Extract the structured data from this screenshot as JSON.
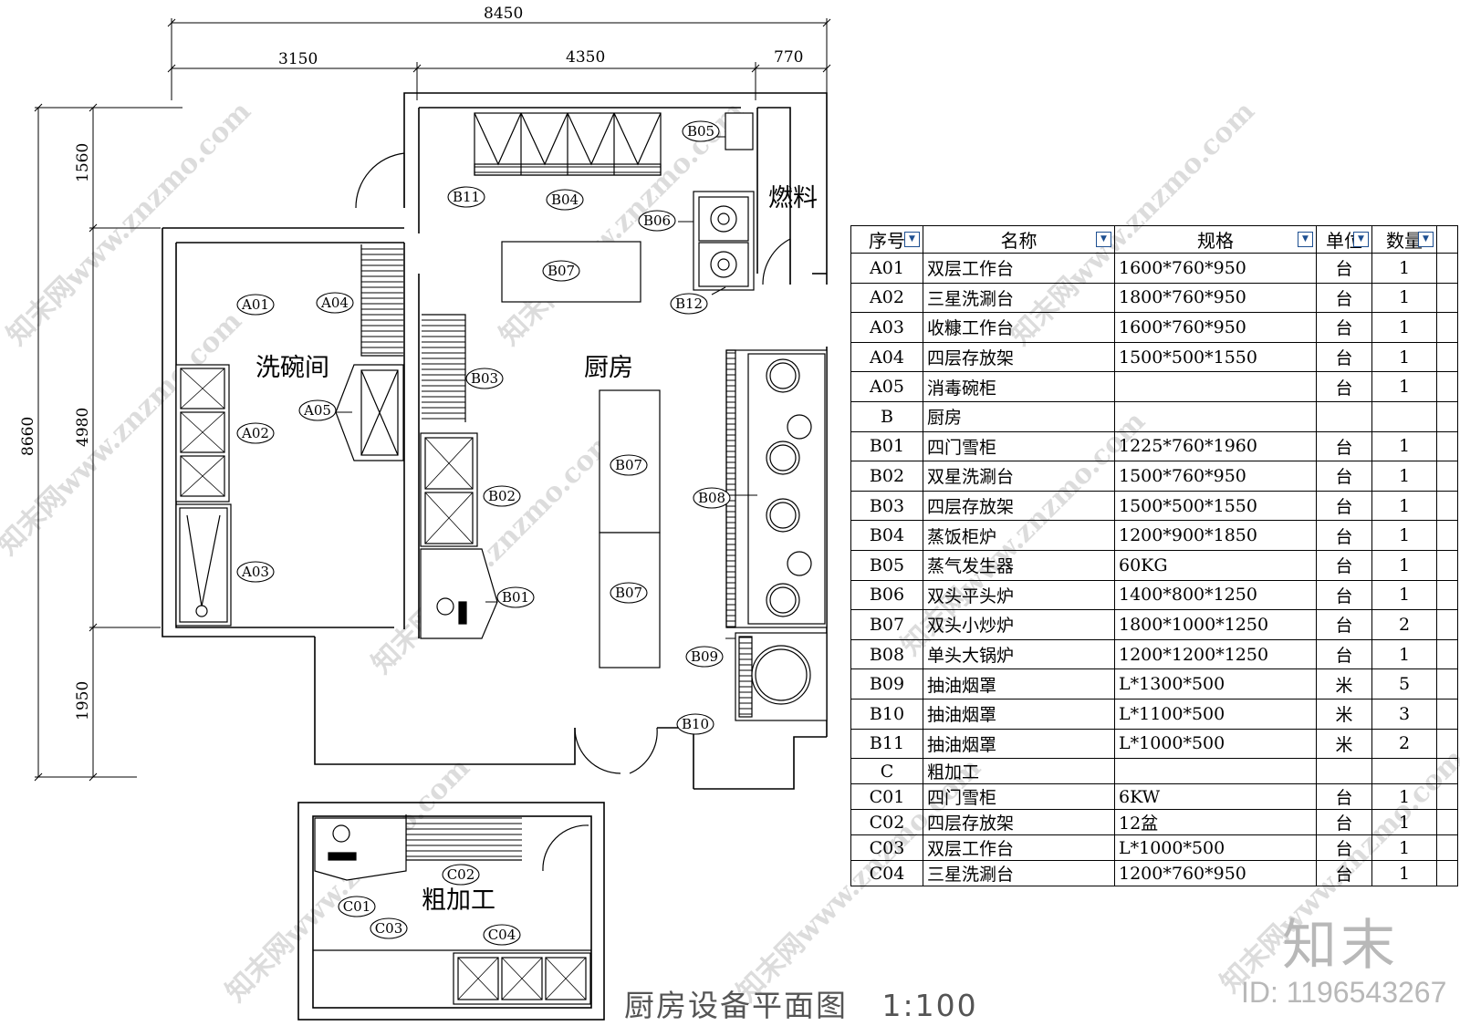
{
  "drawing": {
    "title": "厨房设备平面图",
    "scale": "1:100",
    "rooms": {
      "dishwashing": "洗碗间",
      "kitchen": "厨房",
      "fuel": "燃料",
      "prep": "粗加工"
    },
    "dimensions": {
      "overall_width": "8450",
      "seg1": "3150",
      "seg2": "4350",
      "seg3": "770",
      "overall_height": "8660",
      "v1": "1560",
      "v2": "4980",
      "v3": "1950"
    },
    "tags": {
      "A01": "A01",
      "A02": "A02",
      "A03": "A03",
      "A04": "A04",
      "A05": "A05",
      "B01": "B01",
      "B02": "B02",
      "B03": "B03",
      "B04": "B04",
      "B05": "B05",
      "B06": "B06",
      "B07a": "B07",
      "B07b": "B07",
      "B07c": "B07",
      "B08": "B08",
      "B09": "B09",
      "B10": "B10",
      "B11": "B11",
      "B12": "B12",
      "C01": "C01",
      "C02": "C02",
      "C03": "C03",
      "C04": "C04"
    }
  },
  "table": {
    "headers": {
      "seq": "序号",
      "name": "名称",
      "spec": "规格",
      "unit": "单位",
      "qty": "数量"
    },
    "rows": [
      {
        "seq": "A01",
        "name": "双层工作台",
        "spec": "1600*760*950",
        "unit": "台",
        "qty": "1"
      },
      {
        "seq": "A02",
        "name": "三星洗涮台",
        "spec": "1800*760*950",
        "unit": "台",
        "qty": "1"
      },
      {
        "seq": "A03",
        "name": "收糠工作台",
        "spec": "1600*760*950",
        "unit": "台",
        "qty": "1"
      },
      {
        "seq": "A04",
        "name": "四层存放架",
        "spec": "1500*500*1550",
        "unit": "台",
        "qty": "1"
      },
      {
        "seq": "A05",
        "name": "消毒碗柜",
        "spec": "",
        "unit": "台",
        "qty": "1"
      },
      {
        "seq": "B",
        "name": "厨房",
        "spec": "",
        "unit": "",
        "qty": ""
      },
      {
        "seq": "B01",
        "name": "四门雪柜",
        "spec": "1225*760*1960",
        "unit": "台",
        "qty": "1"
      },
      {
        "seq": "B02",
        "name": "双星洗涮台",
        "spec": "1500*760*950",
        "unit": "台",
        "qty": "1"
      },
      {
        "seq": "B03",
        "name": "四层存放架",
        "spec": "1500*500*1550",
        "unit": "台",
        "qty": "1"
      },
      {
        "seq": "B04",
        "name": "蒸饭柜炉",
        "spec": "1200*900*1850",
        "unit": "台",
        "qty": "1"
      },
      {
        "seq": "B05",
        "name": "蒸气发生器",
        "spec": "60KG",
        "unit": "台",
        "qty": "1"
      },
      {
        "seq": "B06",
        "name": "双头平头炉",
        "spec": "1400*800*1250",
        "unit": "台",
        "qty": "1"
      },
      {
        "seq": "B07",
        "name": "双头小炒炉",
        "spec": "1800*1000*1250",
        "unit": "台",
        "qty": "2"
      },
      {
        "seq": "B08",
        "name": "单头大锅炉",
        "spec": "1200*1200*1250",
        "unit": "台",
        "qty": "1"
      },
      {
        "seq": "B09",
        "name": "抽油烟罩",
        "spec": "L*1300*500",
        "unit": "米",
        "qty": "5"
      },
      {
        "seq": "B10",
        "name": "抽油烟罩",
        "spec": "L*1100*500",
        "unit": "米",
        "qty": "3"
      },
      {
        "seq": "B11",
        "name": "抽油烟罩",
        "spec": "L*1000*500",
        "unit": "米",
        "qty": "2"
      },
      {
        "seq": "C",
        "name": "粗加工",
        "spec": "",
        "unit": "",
        "qty": ""
      },
      {
        "seq": "C01",
        "name": "四门雪柜",
        "spec": "6KW",
        "unit": "台",
        "qty": "1"
      },
      {
        "seq": "C02",
        "name": "四层存放架",
        "spec": "12盆",
        "unit": "台",
        "qty": "1"
      },
      {
        "seq": "C03",
        "name": "双层工作台",
        "spec": "L*1000*500",
        "unit": "台",
        "qty": "1"
      },
      {
        "seq": "C04",
        "name": "三星洗涮台",
        "spec": "1200*760*950",
        "unit": "台",
        "qty": "1"
      }
    ]
  },
  "watermark": {
    "brand": "知末",
    "id": "ID: 1196543267",
    "text": "知末网www.znzmo.com"
  }
}
